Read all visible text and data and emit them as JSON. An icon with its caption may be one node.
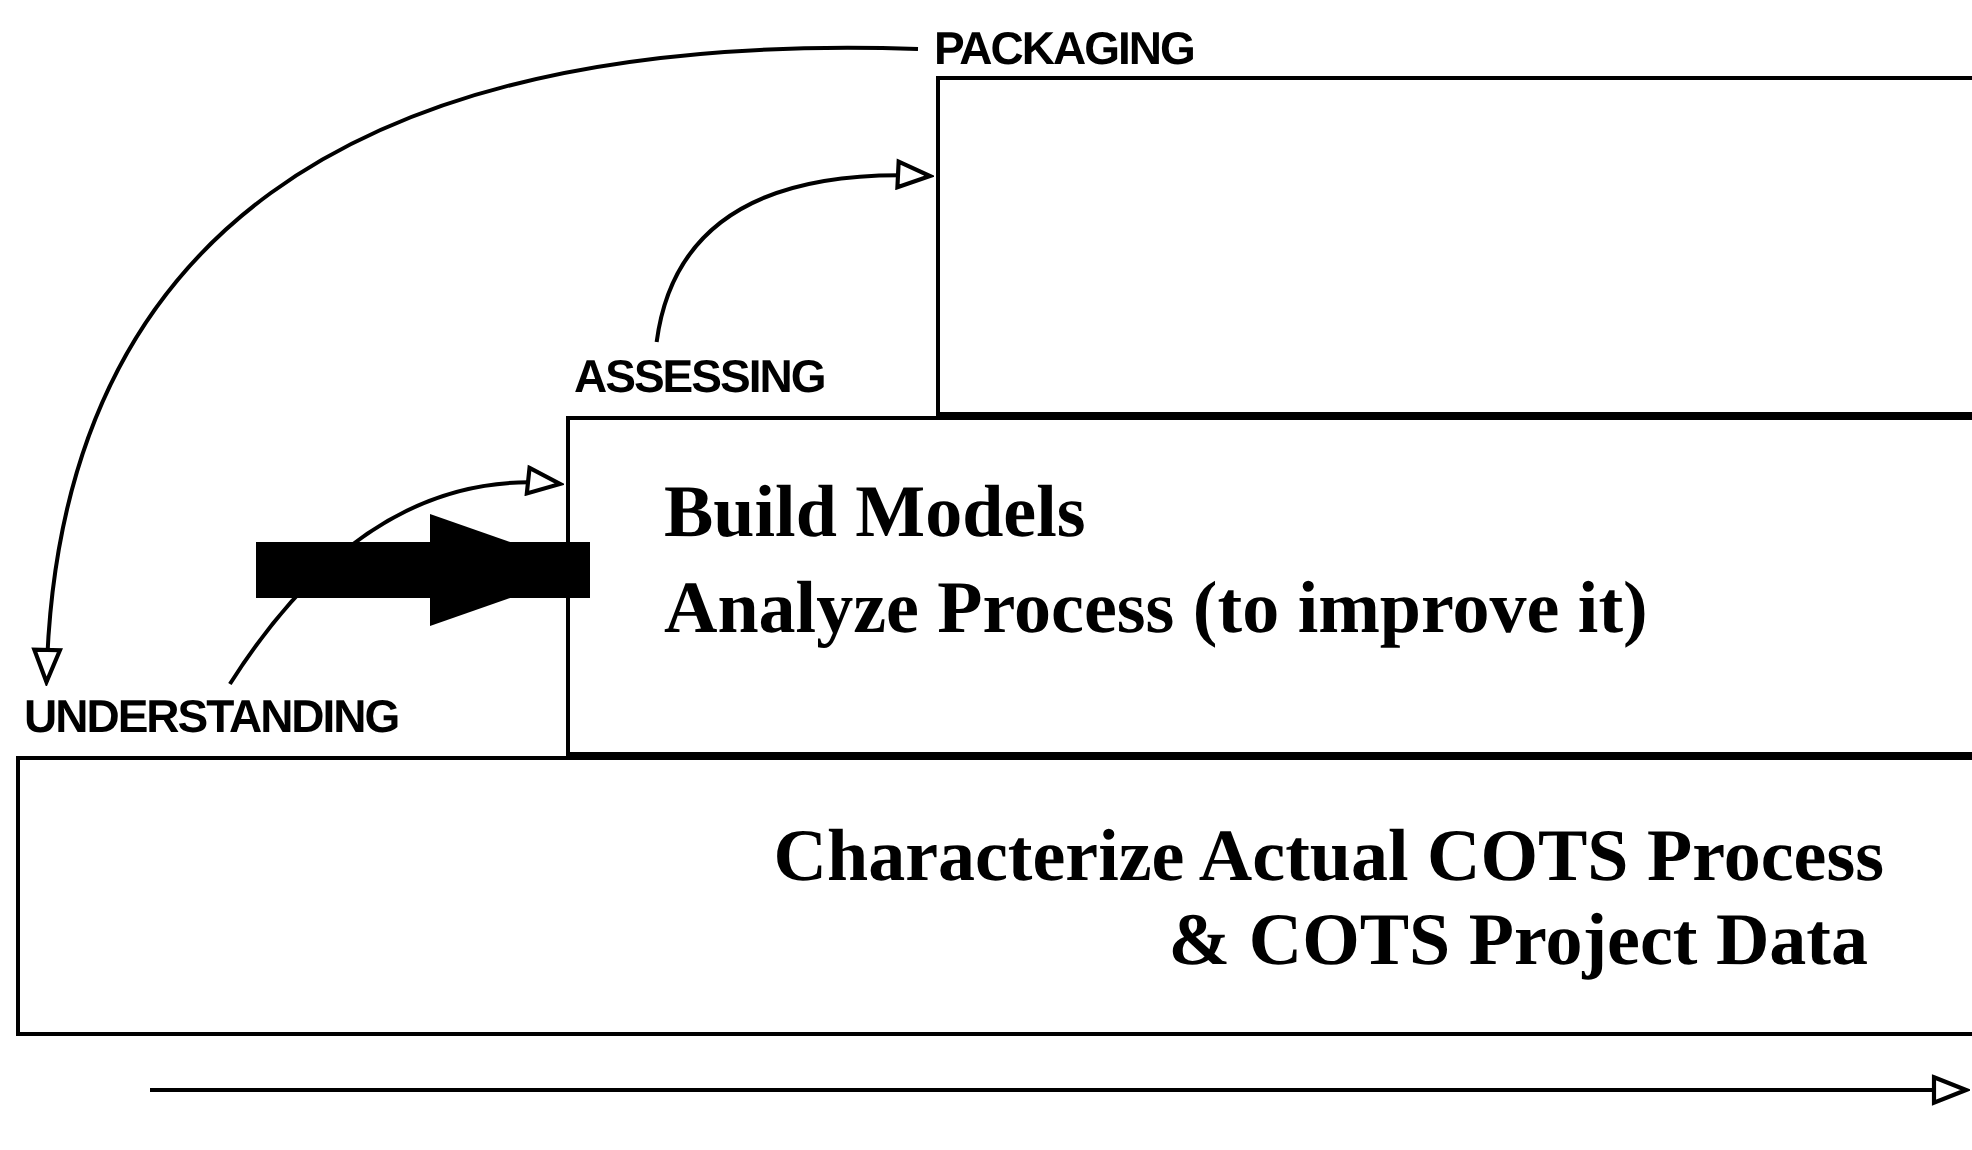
{
  "diagram": {
    "nodes": [
      {
        "text": [
          "PACKAGING"
        ]
      },
      {
        "text": [
          "ASSESSING",
          "Build Models",
          "Analyze Process (to improve it)"
        ]
      },
      {
        "text": [
          "UNDERSTANDING",
          "Characterize Actual COTS Process",
          "& COTS Project Data"
        ]
      }
    ],
    "edges": [
      {
        "from": 2,
        "to": 1,
        "arrow": "to"
      },
      {
        "from": 1,
        "to": 0,
        "arrow": "to"
      },
      {
        "from": 0,
        "to": 2,
        "arrow": "to"
      },
      {
        "from": null,
        "to": 1,
        "arrow": "to",
        "style": "thick"
      }
    ]
  }
}
